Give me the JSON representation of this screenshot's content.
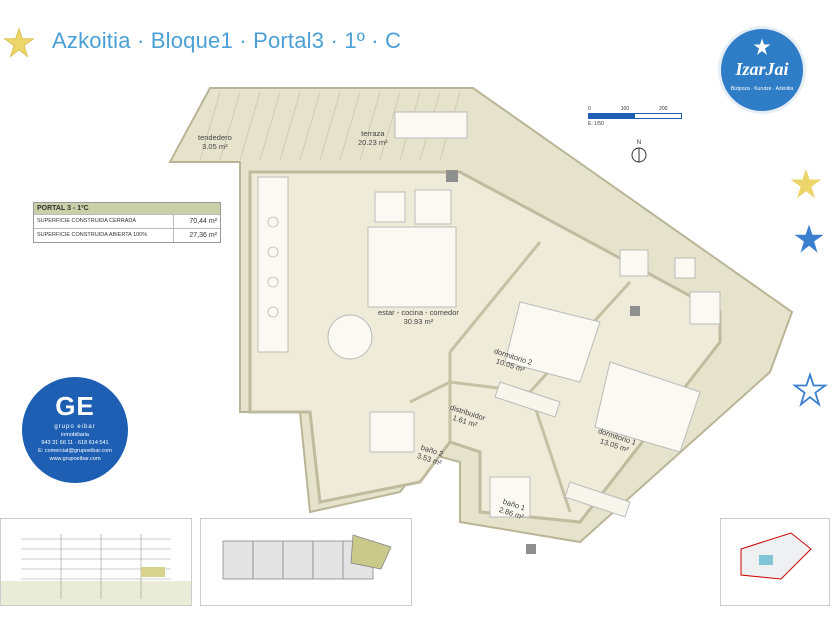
{
  "header": {
    "title": "Azkoitia · Bloque1 · Portal3 · 1º · C"
  },
  "rooms": {
    "tendedero": {
      "name": "tendedero",
      "area": "3.05 m²"
    },
    "terraza": {
      "name": "terraza",
      "area": "20.23 m²"
    },
    "estar": {
      "name": "estar - cocina - comedor",
      "area": "30.93 m²"
    },
    "dormitorio2": {
      "name": "dormitorio 2",
      "area": "10.05 m²"
    },
    "dormitorio1": {
      "name": "dormitorio 1",
      "area": "13.05 m²"
    },
    "distribuidor": {
      "name": "distribuidor",
      "area": "1.61 m²"
    },
    "bano2": {
      "name": "baño 2",
      "area": "3.53 m²"
    },
    "bano1": {
      "name": "baño 1",
      "area": "2.86 m²"
    }
  },
  "summary": {
    "heading": "PORTAL 3 - 1ºC",
    "rows": [
      {
        "label": "SUPERFICIE CONSTRUIDA CERRADA",
        "value": "70,44 m²"
      },
      {
        "label": "SUPERFICIE CONSTRUIDA ABIERTA 100%",
        "value": "27,36 m²"
      }
    ]
  },
  "scale": {
    "ticks": [
      "0",
      "100",
      "200"
    ],
    "label": "E: 1/50"
  },
  "compass": {
    "label": "N"
  },
  "ge": {
    "mark": "GE",
    "brand": "grupo eibar",
    "sub": "inmobiliaria",
    "phones": "943 31 66 11 · 618 614 541",
    "email": "E: comercial@grupoeibar.com",
    "web": "www.grupoeibar.com"
  },
  "izar": {
    "name": "IzarJai",
    "sub": "Bizipoza · Kurutze · Azkoitia"
  },
  "colors": {
    "floor": "#eeead7",
    "terrace": "#e3e1c9",
    "wall": "#bfbb9e",
    "title": "#4a9fd6",
    "star_gold": "#ecd56a",
    "star_blue": "#3b7fcf",
    "ge_blue": "#1e5fb3",
    "izar_blue": "#2f7dc6"
  }
}
